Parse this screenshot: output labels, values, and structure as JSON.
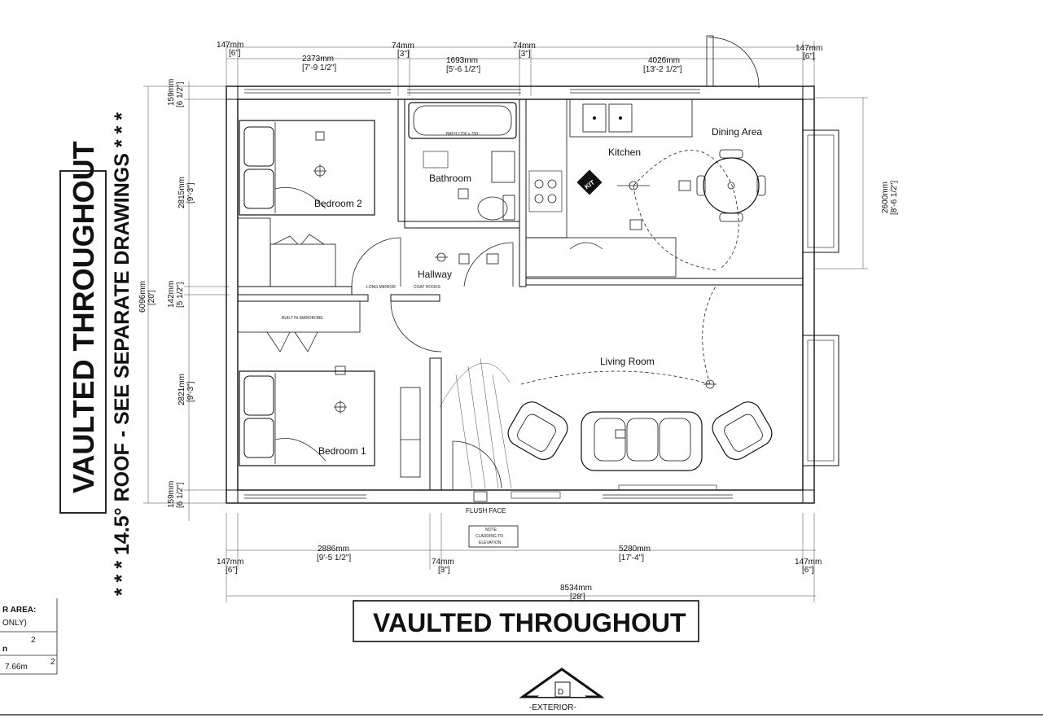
{
  "banners": {
    "vaulted_left": "VAULTED THROUGHOUT",
    "roof_note": "* * * 14.5° ROOF - SEE SEPARATE DRAWINGS * * *",
    "vaulted_bottom": "VAULTED THROUGHOUT"
  },
  "rooms": {
    "bedroom2": "Bedroom 2",
    "bathroom": "Bathroom",
    "kitchen": "Kitchen",
    "dining": "Dining Area",
    "hallway": "Hallway",
    "living": "Living Room",
    "bedroom1": "Bedroom 1",
    "kit_badge": "KIT"
  },
  "dims_top": {
    "d147_left": "147mm",
    "d147_left_imp": "[6\"]",
    "d2373": "2373mm",
    "d2373_imp": "[7'-9 1/2\"]",
    "d74_a": "74mm",
    "d74_a_imp": "[3\"]",
    "d1693": "1693mm",
    "d1693_imp": "[5'-6 1/2\"]",
    "d74_b": "74mm",
    "d74_b_imp": "[3\"]",
    "d4026": "4026mm",
    "d4026_imp": "[13'-2 1/2\"]",
    "d147_right": "147mm",
    "d147_right_imp": "[6\"]"
  },
  "dims_bottom": {
    "d147_left": "147mm",
    "d147_left_imp": "[6\"]",
    "d2886": "2886mm",
    "d2886_imp": "[9'-5 1/2\"]",
    "d74": "74mm",
    "d74_imp": "[3\"]",
    "d5280": "5280mm",
    "d5280_imp": "[17'-4\"]",
    "d147_right": "147mm",
    "d147_right_imp": "[6\"]",
    "overall": "8534mm",
    "overall_imp": "[28']"
  },
  "dims_left": {
    "d159_top": "159mm",
    "d159_top_imp": "[6 1/2\"]",
    "d2815": "2815mm",
    "d2815_imp": "[9'-3\"]",
    "d142": "142mm",
    "d142_imp": "[5 1/2\"]",
    "d2821": "2821mm",
    "d2821_imp": "[9'-3\"]",
    "d159_bot": "159mm",
    "d159_bot_imp": "[6 1/2\"]",
    "overall": "6096mm",
    "overall_imp": "[20']"
  },
  "dims_right": {
    "d2600": "2600mm",
    "d2600_imp": "[8'-6 1/2\"]"
  },
  "notes": {
    "flush_face": "FLUSH FACE",
    "note_title": "NOTE:",
    "note_body1": "CLADDING TO",
    "note_body2": "ELEVATION",
    "bath": "BATH 1700 x 700",
    "built_in_wardrobe": "BUILT IN WARDROBE",
    "coat_hooks": "COAT HOOKS",
    "long_mirror": "LONG MIRROR"
  },
  "area_box": {
    "heading": "R AREA:",
    "sub": "ONLY)",
    "row1": "n",
    "row1_sup": "2",
    "row2": "7.66m",
    "row2_sup": "2"
  },
  "exterior_tag": {
    "letter": "D",
    "label": "-EXTERIOR-"
  }
}
